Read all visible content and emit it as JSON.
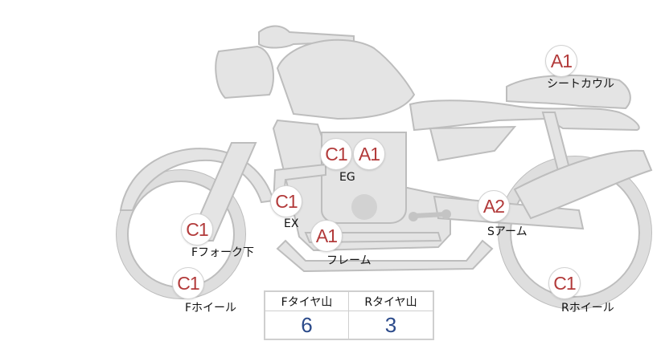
{
  "markers": {
    "seat_cowl": "A1",
    "eg_c": "C1",
    "eg_a": "A1",
    "ex": "C1",
    "frame": "A1",
    "s_arm": "A2",
    "f_fork": "C1",
    "f_wheel": "C1",
    "r_wheel": "C1"
  },
  "labels": {
    "seat_cowl": "シートカウル",
    "eg": "EG",
    "ex": "EX",
    "frame": "フレーム",
    "s_arm": "Sアーム",
    "f_fork": "Fフォーク下",
    "f_wheel": "Fホイール",
    "r_wheel": "Rホイール"
  },
  "tire_table": {
    "headers": [
      "Fタイヤ山",
      "Rタイヤ山"
    ],
    "values": [
      "6",
      "3"
    ]
  },
  "colors": {
    "marker_text": "#b23a3a",
    "table_value": "#2b4a8a",
    "bike_fill": "#e4e4e4",
    "bike_outline": "#bdbdbd"
  }
}
